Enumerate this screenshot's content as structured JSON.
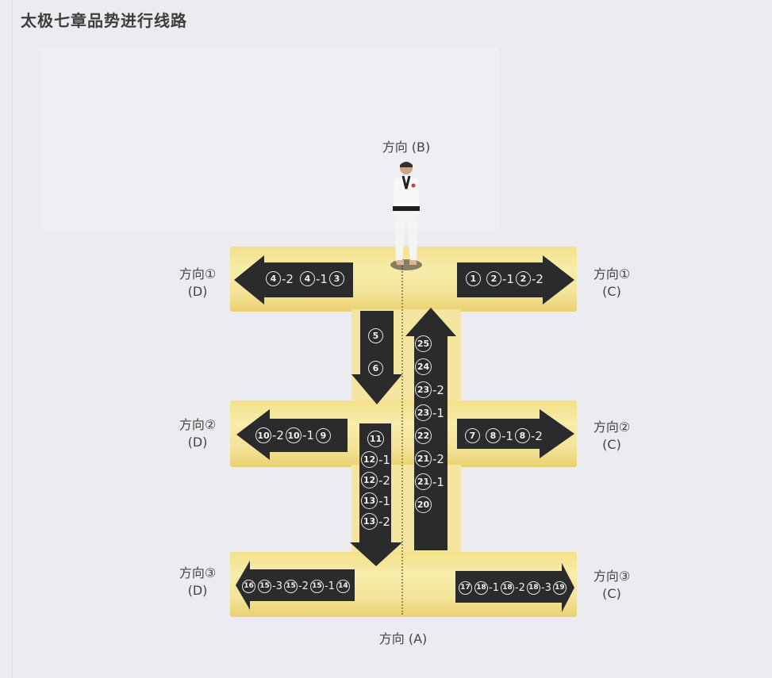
{
  "title": "太极七章品势进行线路",
  "labels": {
    "top": "方向 (B)",
    "bottom": "方向 (A)",
    "row1_left": [
      "方向①",
      "(D)"
    ],
    "row1_right": [
      "方向①",
      "(C)"
    ],
    "row2_left": [
      "方向②",
      "(D)"
    ],
    "row2_right": [
      "方向②",
      "(C)"
    ],
    "row3_left": [
      "方向③",
      "(D)"
    ],
    "row3_right": [
      "方向③",
      "(C)"
    ]
  },
  "arrows": {
    "row1_left": [
      {
        "n": "4",
        "s": "-2"
      },
      {
        "n": "4",
        "s": "-1"
      },
      {
        "n": "3",
        "s": ""
      }
    ],
    "row1_right": [
      {
        "n": "1",
        "s": ""
      },
      {
        "n": "2",
        "s": "-1"
      },
      {
        "n": "2",
        "s": "-2"
      }
    ],
    "down1": [
      {
        "n": "5",
        "s": ""
      },
      {
        "n": "6",
        "s": ""
      }
    ],
    "row2_left": [
      {
        "n": "10",
        "s": "-2"
      },
      {
        "n": "10",
        "s": "-1"
      },
      {
        "n": "9",
        "s": ""
      }
    ],
    "row2_right": [
      {
        "n": "7",
        "s": ""
      },
      {
        "n": "8",
        "s": "-1"
      },
      {
        "n": "8",
        "s": "-2"
      }
    ],
    "down2": [
      {
        "n": "11",
        "s": ""
      },
      {
        "n": "12",
        "s": "-1"
      },
      {
        "n": "12",
        "s": "-2"
      },
      {
        "n": "13",
        "s": "-1"
      },
      {
        "n": "13",
        "s": "-2"
      }
    ],
    "up": [
      {
        "n": "25",
        "s": ""
      },
      {
        "n": "24",
        "s": ""
      },
      {
        "n": "23",
        "s": "-2"
      },
      {
        "n": "23",
        "s": "-1"
      },
      {
        "n": "22",
        "s": ""
      },
      {
        "n": "21",
        "s": "-2"
      },
      {
        "n": "21",
        "s": "-1"
      },
      {
        "n": "20",
        "s": ""
      }
    ],
    "row3_left": [
      {
        "n": "16",
        "s": ""
      },
      {
        "n": "15",
        "s": "-3"
      },
      {
        "n": "15",
        "s": "-2"
      },
      {
        "n": "15",
        "s": "-1"
      },
      {
        "n": "14",
        "s": ""
      }
    ],
    "row3_right": [
      {
        "n": "17",
        "s": ""
      },
      {
        "n": "18",
        "s": "-1"
      },
      {
        "n": "18",
        "s": "-2"
      },
      {
        "n": "18",
        "s": "-3"
      },
      {
        "n": "19",
        "s": ""
      }
    ]
  },
  "colors": {
    "band": "#f4e49a",
    "arrow": "#2b2b2e",
    "background": "#ebebf0"
  },
  "figure": {
    "description": "taekwondo practitioner in white dobok with black belt, standing at start position"
  }
}
